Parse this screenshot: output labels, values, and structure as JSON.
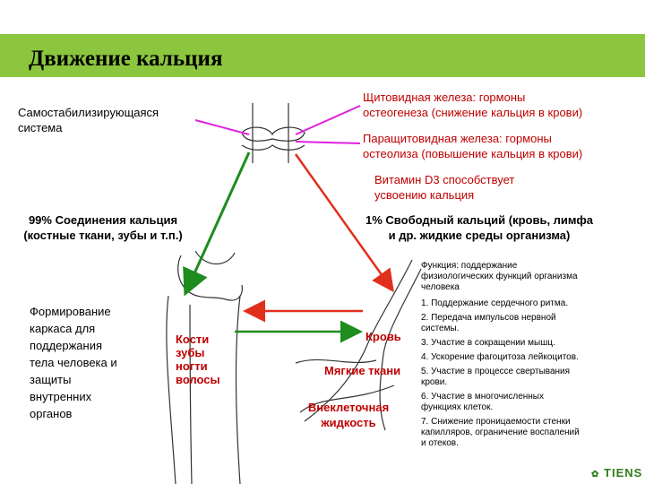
{
  "title": "Движение кальция",
  "self_stab": [
    "Самостабилизирующаяся",
    "система"
  ],
  "thyroid": [
    "Щитовидная железа: гормоны",
    "остеогенеза (снижение кальция в крови)"
  ],
  "parathyroid": [
    "Паращитовидная железа: гормоны",
    "остеолиза (повышение кальция в крови)"
  ],
  "vitamin": [
    "Витамин D3  способствует",
    "усвоению кальция"
  ],
  "bound": [
    "99% Соединения кальция",
    "(костные ткани, зубы и т.п.)"
  ],
  "free": [
    "1% Свободный кальций  (кровь, лимфа",
    "и др. жидкие среды организма)"
  ],
  "frame": [
    "Формирование",
    "каркаса для",
    "поддержания",
    "тела человека и",
    "защиты",
    "внутренних",
    "органов"
  ],
  "bones": [
    "Кости",
    "зубы",
    "ногти",
    "волосы"
  ],
  "blood": "Кровь",
  "soft": "Мягкие ткани",
  "extracellular": [
    "Внеклеточная",
    "жидкость"
  ],
  "function_title": [
    "Функция: поддержание",
    "физиологических функций организма",
    "человека"
  ],
  "functions": [
    [
      "1. Поддержание сердечного ритма."
    ],
    [
      "2. Передача импульсов нервной",
      "системы."
    ],
    [
      "3. Участие в сокращении мышц."
    ],
    [
      "4. Ускорение фагоцитоза лейкоцитов."
    ],
    [
      "5. Участие в процессе свертывания",
      "крови."
    ],
    [
      "6. Участие в многочисленных",
      "функциях клеток."
    ],
    [
      "7. Снижение проницаемости стенки",
      "капилляров, ограничение воспалений",
      "и отеков."
    ]
  ],
  "logo": "TIENS",
  "colors": {
    "title_bar": "#8cc63e",
    "magenta": "#e020e0",
    "red": "#e0301c",
    "green": "#1e8c1e",
    "label_red": "#c00000"
  }
}
